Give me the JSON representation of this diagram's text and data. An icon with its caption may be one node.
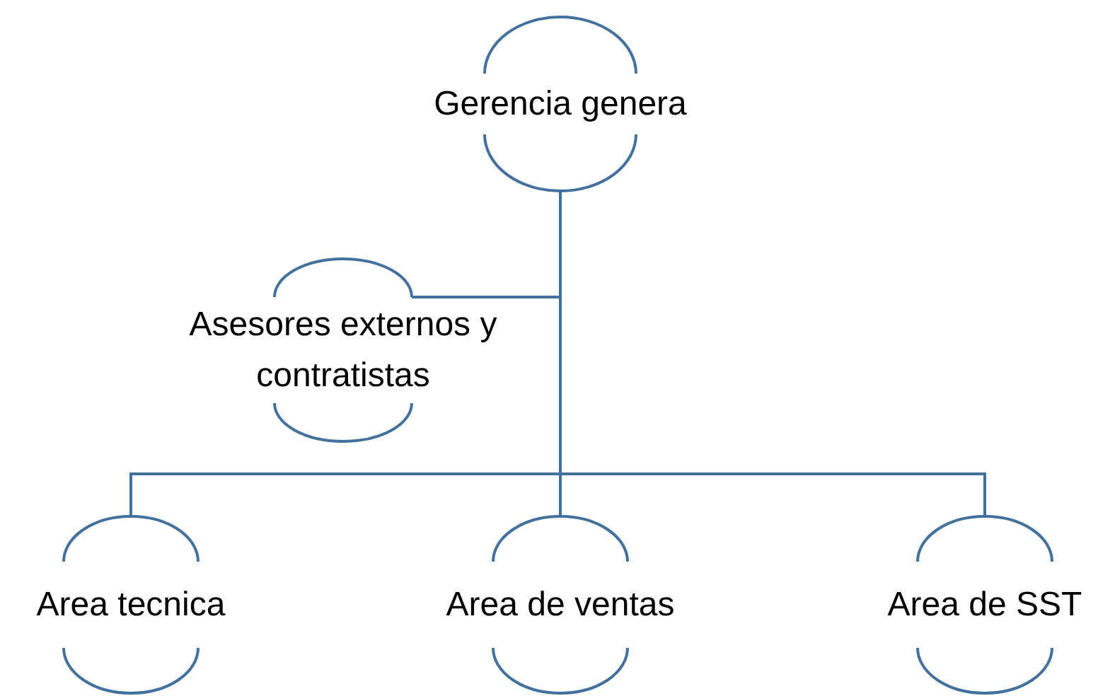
{
  "diagram": {
    "nodes": [
      {
        "text": [
          "Gerencia genera"
        ]
      },
      {
        "text": [
          "Asesores externos y contratistas"
        ]
      },
      {
        "text": [
          "Area tecnica"
        ]
      },
      {
        "text": [
          "Area de ventas"
        ]
      },
      {
        "text": [
          "Area de SST"
        ]
      }
    ],
    "edges": [
      {
        "from": 0,
        "to": 1,
        "arrow": "none"
      },
      {
        "from": 0,
        "to": 2,
        "arrow": "none"
      },
      {
        "from": 0,
        "to": 3,
        "arrow": "none"
      },
      {
        "from": 0,
        "to": 4,
        "arrow": "none"
      }
    ]
  }
}
